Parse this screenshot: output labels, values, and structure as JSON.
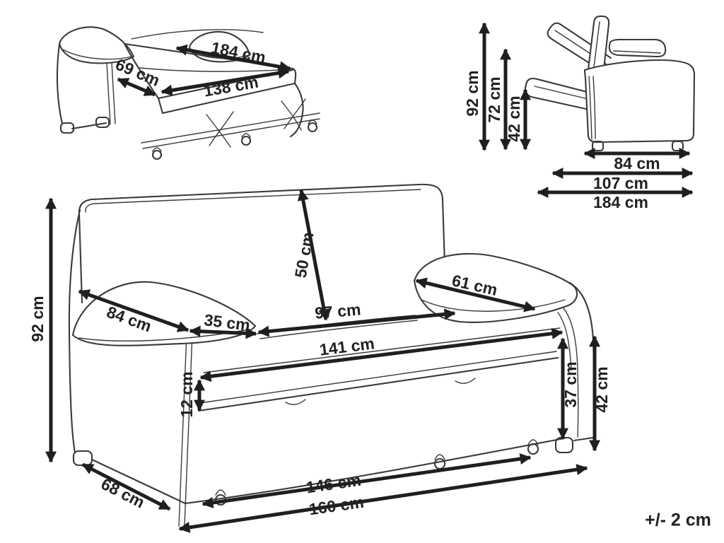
{
  "diagram": {
    "tolerance": "+/- 2 cm",
    "unit": "cm",
    "views": {
      "bed": {
        "title": "sofa-bed-unfolded-view",
        "dims": {
          "length": "184 cm",
          "section_depth": "69 cm",
          "bed_width": "138 cm"
        }
      },
      "side": {
        "title": "side-view-reclining-backrest",
        "dims": {
          "height_total": "92 cm",
          "height_back_mid": "72 cm",
          "height_seat": "42 cm",
          "depth_body": "84 cm",
          "depth_mid": "107 cm",
          "depth_flat": "184 cm"
        }
      },
      "front": {
        "title": "front-view",
        "dims": {
          "height_total": "92 cm",
          "armrest_left": "84 cm",
          "armrest_gap": "35 cm",
          "backrest_height": "50 cm",
          "seat_width": "97 cm",
          "armrest_right": "61 cm",
          "width_inner": "141 cm",
          "drawer_front_height": "12 cm",
          "seat_front_height": "37 cm",
          "seat_height": "42 cm",
          "width_casters": "146 cm",
          "width_total": "160 cm",
          "depth_side": "68 cm"
        }
      }
    }
  }
}
